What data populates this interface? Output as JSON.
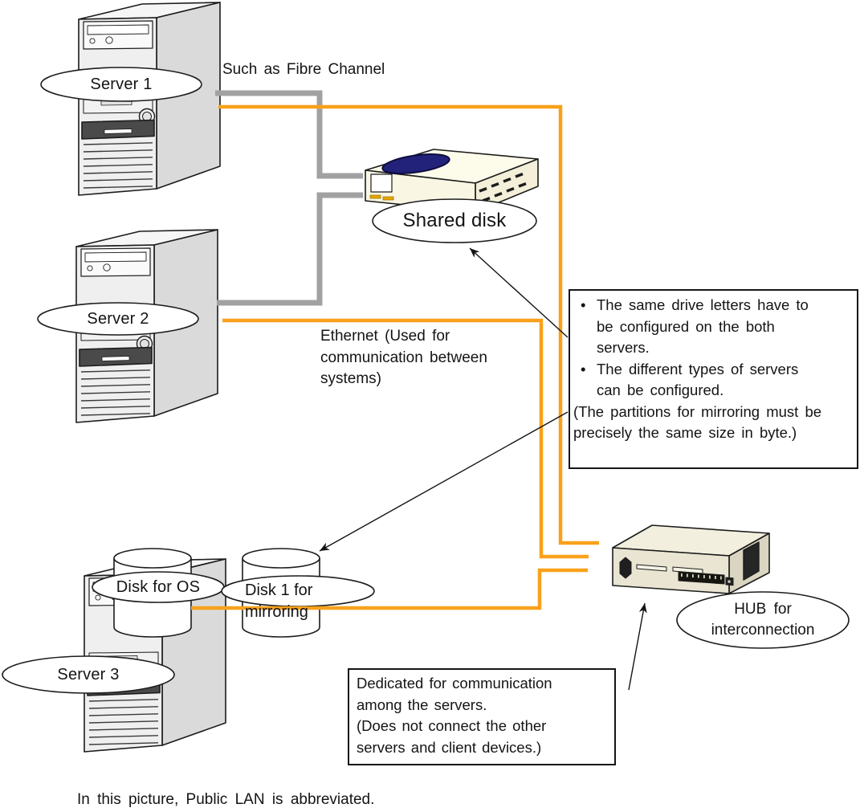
{
  "diagram": {
    "footer": "In this picture, Public LAN is abbreviated.",
    "colors": {
      "interconnect_line": "#F9A11B",
      "fibre_line": "#A1A1A1"
    },
    "devices": {
      "server1": {
        "label": "Server 1"
      },
      "server2": {
        "label": "Server 2"
      },
      "server3": {
        "label": "Server 3"
      },
      "shared_disk": {
        "label": "Shared disk"
      },
      "disk_os": {
        "label": "Disk for OS"
      },
      "disk_mirror": {
        "label_lines": [
          "Disk 1 for",
          "mirroring"
        ]
      },
      "hub": {
        "label_lines": [
          "HUB for",
          "interconnection"
        ]
      }
    },
    "connections": {
      "fibre_label": "Such as Fibre Channel",
      "ethernet_label_lines": [
        "Ethernet (Used for",
        "communication between",
        "systems)"
      ]
    },
    "notes": {
      "shared_disk_note": {
        "bullets": [
          {
            "lines": [
              "The same drive letters have to",
              "be configured on the both",
              "servers."
            ]
          },
          {
            "lines": [
              "The different types of servers",
              "can be configured."
            ]
          }
        ],
        "tail_lines": [
          "(The partitions for mirroring must be",
          " precisely the same size in byte.)"
        ]
      },
      "hub_note": {
        "lines": [
          "Dedicated for communication",
          "among the servers.",
          "(Does not connect the other",
          "servers and client devices.)"
        ]
      }
    }
  }
}
